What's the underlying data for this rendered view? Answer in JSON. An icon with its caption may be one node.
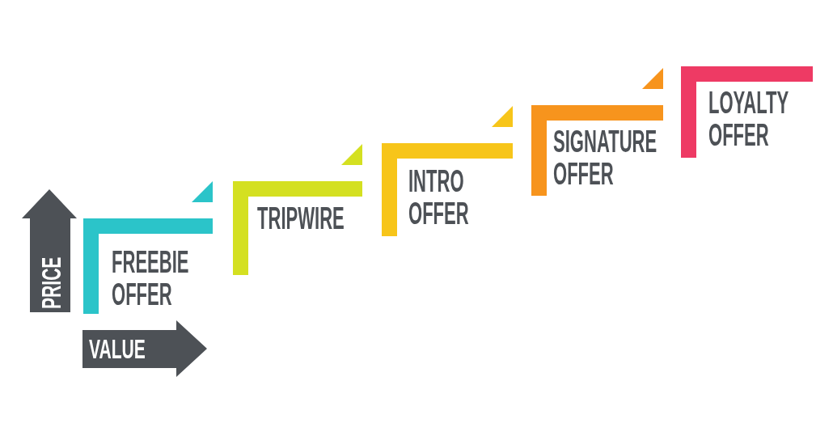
{
  "diagram": {
    "nodes": [
      {
        "text": [
          "FREEBIE OFFER"
        ]
      },
      {
        "text": [
          "TRIPWIRE"
        ]
      },
      {
        "text": [
          "INTRO OFFER"
        ]
      },
      {
        "text": [
          "SIGNATURE OFFER"
        ]
      },
      {
        "text": [
          "LOYALTY OFFER"
        ]
      }
    ],
    "labels": [
      "PRICE",
      "VALUE"
    ]
  }
}
